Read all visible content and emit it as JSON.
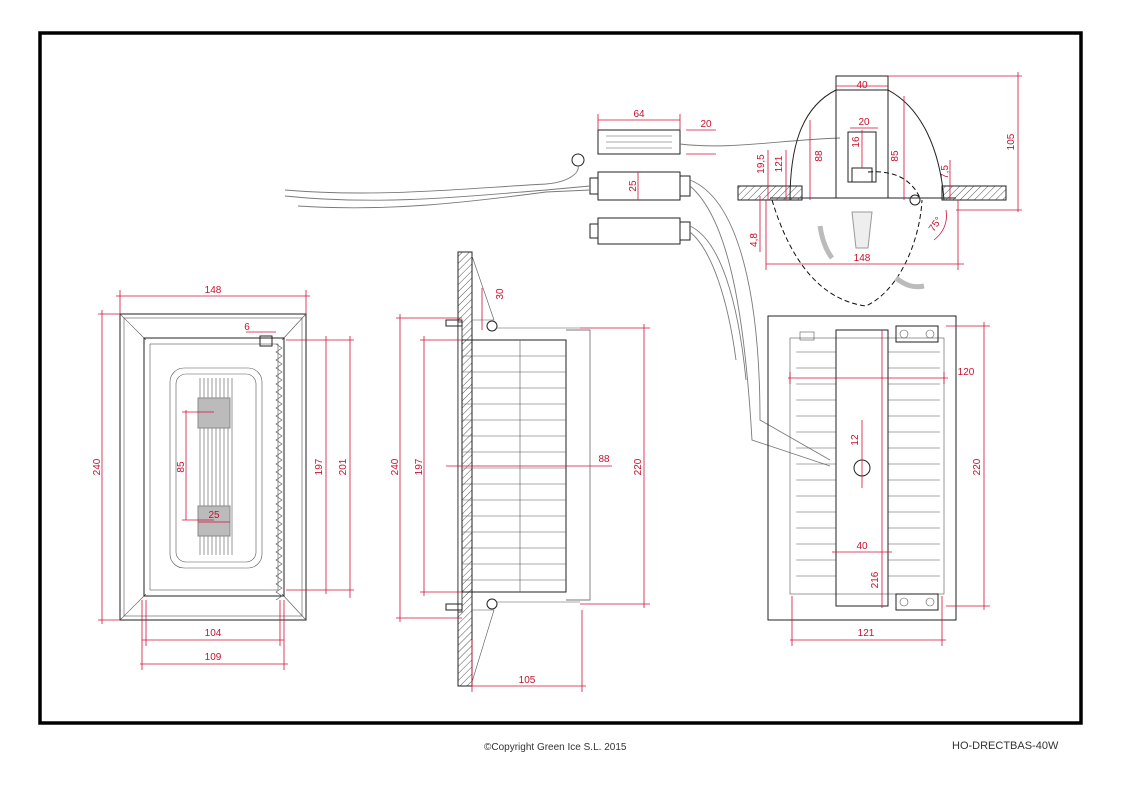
{
  "footer": {
    "copyright": "©Copyright Green Ice S.L. 2015",
    "model": "HO-DRECTBAS-40W"
  },
  "dimensions": {
    "front_width": "148",
    "front_height": "240",
    "front_small": "6",
    "front_inner_h1": "197",
    "front_inner_h2": "201",
    "front_bottom_w1": "104",
    "front_bottom_w2": "109",
    "front_led_spacing": "85",
    "front_led_size": "25",
    "side_flange": "30",
    "side_height": "240",
    "side_inner": "197",
    "side_depth_mid": "88",
    "side_body": "220",
    "side_depth_total": "105",
    "driver_length": "64",
    "driver_height": "20",
    "driver_mid": "25",
    "top_width": "40",
    "top_inner": "20",
    "top_small": "16",
    "top_side_l": "19,5",
    "top_side_121": "121",
    "top_side_88": "88",
    "top_side_85": "85",
    "top_right_75": "7,5",
    "top_total": "105",
    "top_ceiling": "4,8",
    "top_span": "148",
    "top_angle": "75°",
    "back_width": "120",
    "back_height": "220",
    "back_hole": "12",
    "back_bar_w": "40",
    "back_bar_h": "216",
    "back_bottom": "121"
  },
  "colors": {
    "dimension": "#c8102e",
    "outline": "#222222",
    "wire": "#7a7a7a"
  }
}
